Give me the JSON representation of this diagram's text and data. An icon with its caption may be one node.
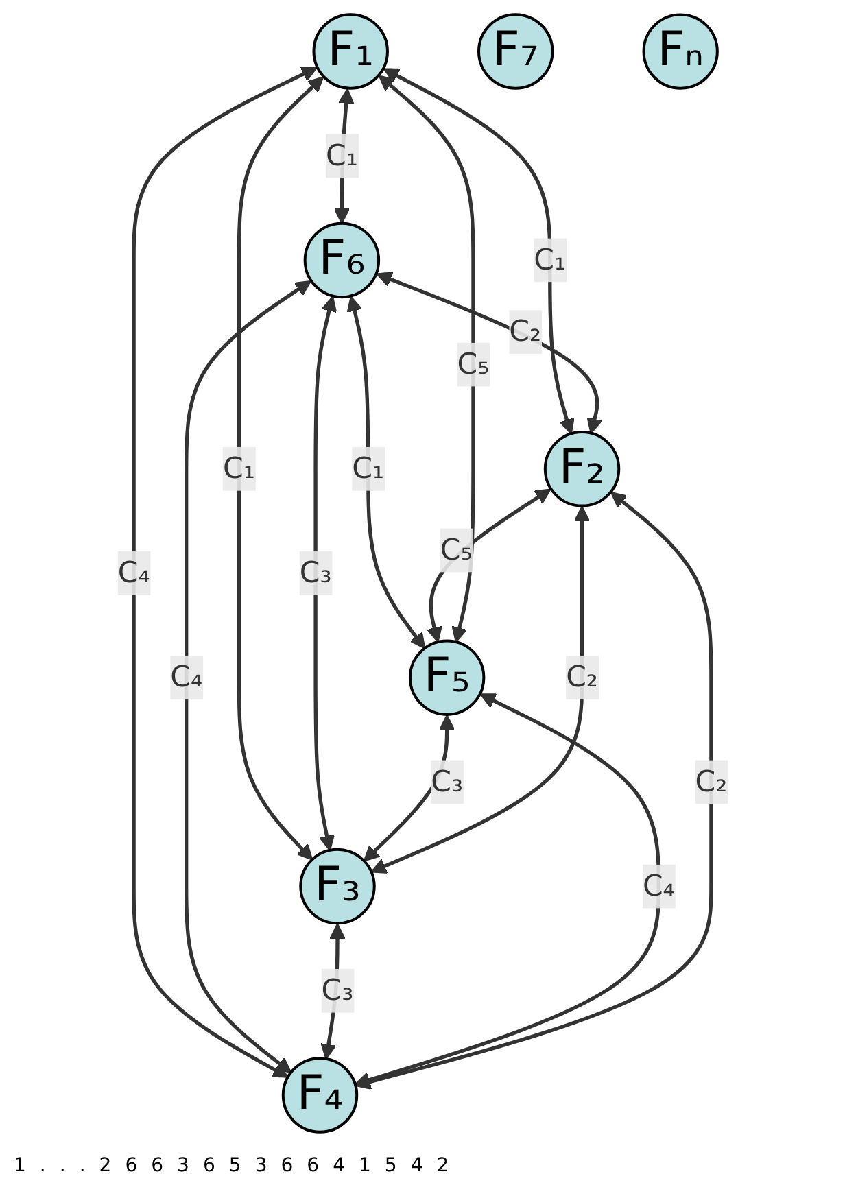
{
  "diagram": {
    "nodes": [
      {
        "text": [
          "F₁"
        ]
      },
      {
        "text": [
          "F₂"
        ]
      },
      {
        "text": [
          "F₃"
        ]
      },
      {
        "text": [
          "F₄"
        ]
      },
      {
        "text": [
          "F₅"
        ]
      },
      {
        "text": [
          "F₆"
        ]
      },
      {
        "text": [
          "F₇"
        ]
      },
      {
        "text": [
          "Fₙ"
        ]
      }
    ],
    "edges": [
      {
        "from": 0,
        "to": 3,
        "arrow": "both",
        "label": "C₄"
      },
      {
        "from": 0,
        "to": 5,
        "arrow": "both",
        "label": "C₁"
      },
      {
        "from": 0,
        "to": 1,
        "arrow": "both",
        "label": "C₁"
      },
      {
        "from": 5,
        "to": 1,
        "arrow": "both",
        "label": "C₂"
      },
      {
        "from": 0,
        "to": 2,
        "arrow": "both",
        "label": "C₁"
      },
      {
        "from": 5,
        "to": 2,
        "arrow": "both",
        "label": "C₃"
      },
      {
        "from": 4,
        "to": 2,
        "arrow": "both",
        "label": "C₃"
      },
      {
        "from": 1,
        "to": 2,
        "arrow": "both",
        "label": "C₂"
      },
      {
        "from": 5,
        "to": 4,
        "arrow": "both",
        "label": "C₁"
      },
      {
        "from": 5,
        "to": 3,
        "arrow": "both",
        "label": "C₄"
      },
      {
        "from": 2,
        "to": 3,
        "arrow": "both",
        "label": "C₃"
      },
      {
        "from": 4,
        "to": 3,
        "arrow": "both",
        "label": "C₄"
      },
      {
        "from": 1,
        "to": 3,
        "arrow": "both",
        "label": "C₂"
      },
      {
        "from": 1,
        "to": 4,
        "arrow": "both",
        "label": "C₅"
      },
      {
        "from": 0,
        "to": 4,
        "arrow": "both",
        "label": "C₅"
      }
    ],
    "labels": [
      "1",
      ".",
      ".",
      ".",
      "2",
      "6",
      "6",
      "3",
      "6",
      "5",
      "3",
      "6",
      "6",
      "4",
      "1",
      "5",
      "4",
      "2"
    ]
  }
}
